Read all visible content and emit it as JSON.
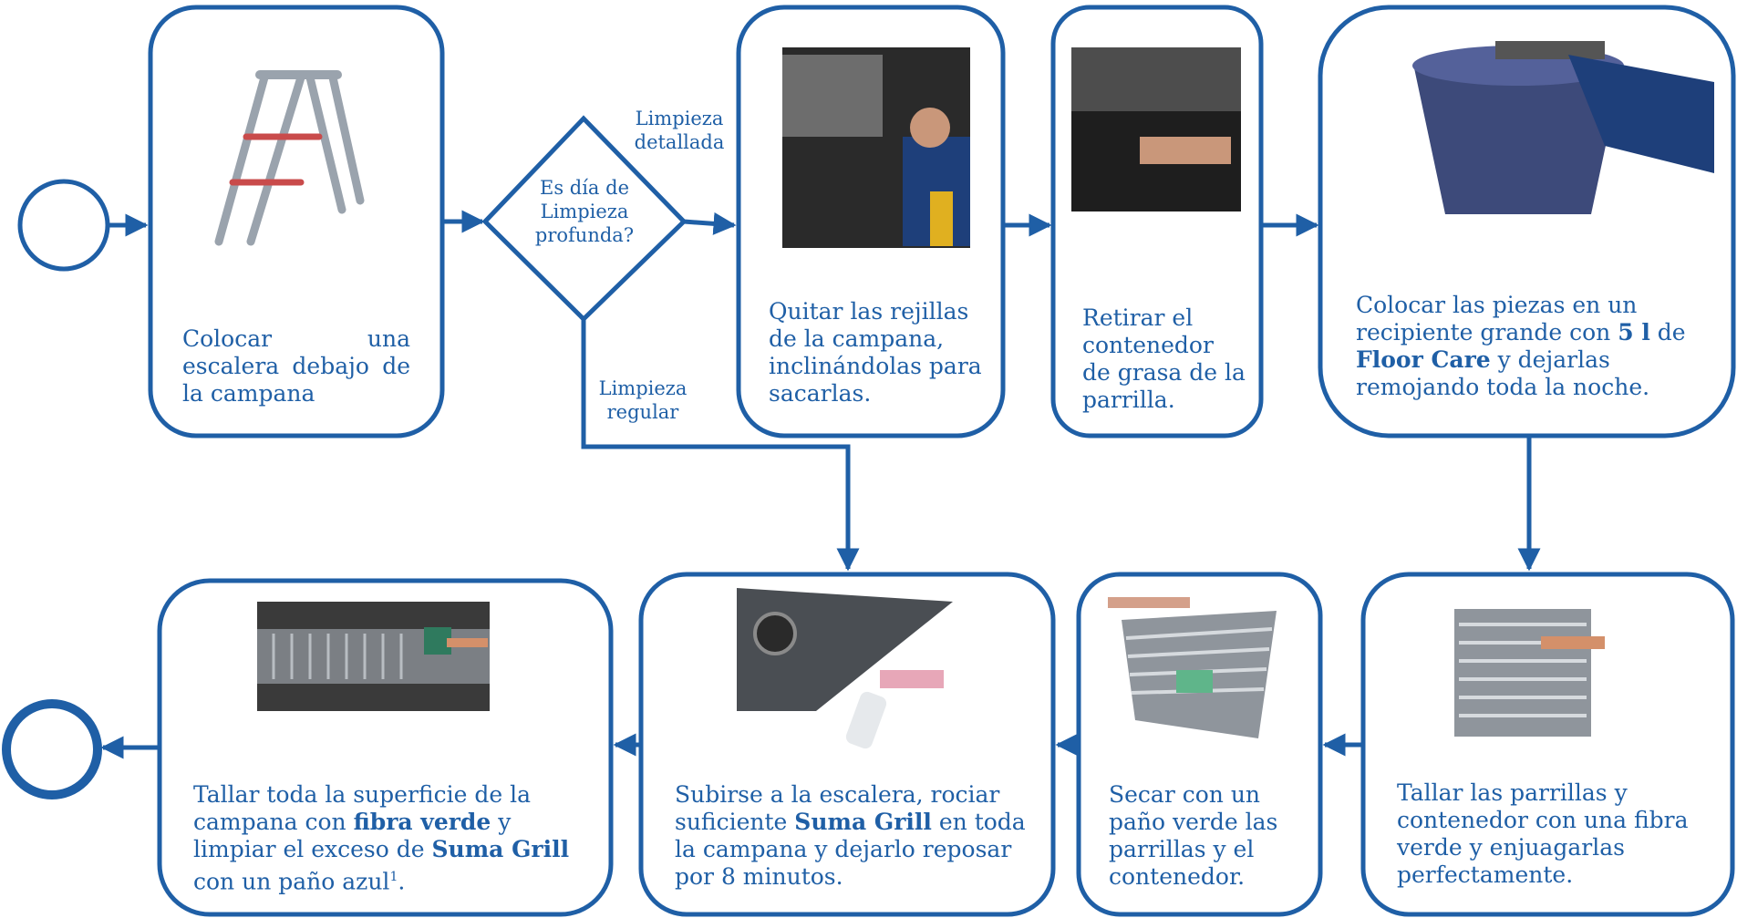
{
  "decision": {
    "question_line1": "Es día de",
    "question_line2": "Limpieza",
    "question_line3": "profunda?",
    "yes_line1": "Limpieza",
    "yes_line2": "detallada",
    "no_line1": "Limpieza",
    "no_line2": "regular"
  },
  "steps": [
    {
      "id": "ladder",
      "text": "Colocar una escalera debajo de la campana",
      "image": "step-ladder"
    },
    {
      "id": "remove-grills",
      "text": "Quitar las rejillas de la campana, inclinándolas para sacarlas.",
      "image": "person-removing-grills"
    },
    {
      "id": "remove-container",
      "text": "Retirar el contenedor de grasa de la parrilla.",
      "image": "grease-container"
    },
    {
      "id": "soak",
      "pre": "Colocar las piezas en un recipiente grande con ",
      "amount": "5 l",
      "mid": " de ",
      "bold": "Floor Care",
      "post": " y dejarlas remojando toda la noche.",
      "image": "bucket"
    },
    {
      "id": "scrub-grills",
      "text": "Tallar las parrillas y contenedor con una fibra verde y enjuagarlas perfectamente.",
      "image": "grill-scrub"
    },
    {
      "id": "dry",
      "text": "Secar con un paño verde  las parrillas y el contenedor.",
      "image": "grill-dry"
    },
    {
      "id": "spray",
      "pre": "Subirse a la escalera, rociar suficiente ",
      "bold": "Suma Grill",
      "post": "  en toda la campana y dejarlo reposar por 8 minutos.",
      "image": "spray-hood"
    },
    {
      "id": "scrub-hood",
      "pre": "Tallar toda la superficie de la campana con ",
      "bold1": "fibra verde",
      "mid": " y limpiar el exceso de ",
      "bold2": "Suma Grill",
      "post": " con un paño azul",
      "sup": "1",
      "end": ".",
      "image": "hood-wipe"
    }
  ],
  "colors": {
    "primary": "#1f5fa6"
  }
}
